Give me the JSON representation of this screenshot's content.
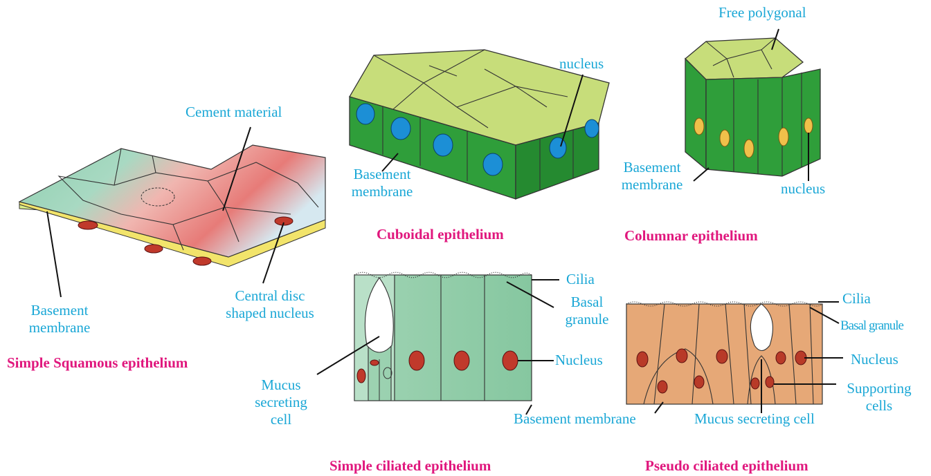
{
  "squamous": {
    "cement": "Cement material",
    "basement1": "Basement",
    "basement2": "membrane",
    "disc1": "Central disc",
    "disc2": "shaped  nucleus",
    "caption": "Simple Squamous epithelium"
  },
  "cuboidal": {
    "nucleus": "nucleus",
    "basement1": "Basement",
    "basement2": "membrane",
    "caption": "Cuboidal epithelium"
  },
  "columnar": {
    "free": "Free  polygonal",
    "basement1": "Basement",
    "basement2": "membrane",
    "nucleus": "nucleus",
    "caption": "Columnar epithelium"
  },
  "ciliated": {
    "cilia": "Cilia",
    "basal1": "Basal",
    "basal2": "granule",
    "nucleus": "Nucleus",
    "mucus1": "Mucus",
    "mucus2": "secreting",
    "mucus3": "cell",
    "basement": "Basement membrane",
    "caption": "Simple ciliated epithelium"
  },
  "pseudo": {
    "cilia": "Cilia",
    "basal": "Basal granule",
    "nucleus": "Nucleus",
    "supporting1": "Supporting",
    "supporting2": "cells",
    "mucus": "Mucus  secreting  cell",
    "caption": "Pseudo ciliated epithelium"
  }
}
